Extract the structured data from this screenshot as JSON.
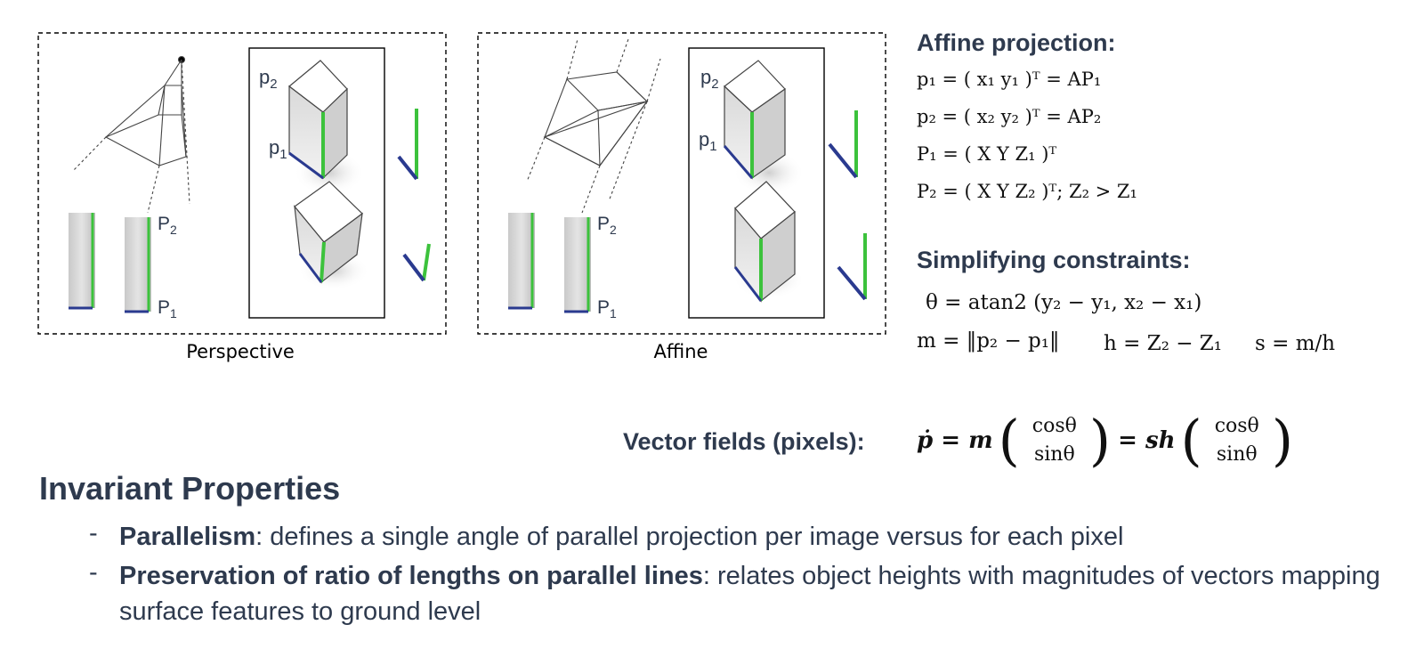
{
  "diagrams": {
    "perspective": {
      "caption": "Perspective",
      "labels": {
        "small_p2": "p",
        "small_p2_sub": "2",
        "small_p1": "p",
        "small_p1_sub": "1",
        "big_P2": "P",
        "big_P2_sub": "2",
        "big_P1": "P",
        "big_P1_sub": "1"
      }
    },
    "affine": {
      "caption": "Affine",
      "labels": {
        "small_p2": "p",
        "small_p2_sub": "2",
        "small_p1": "p",
        "small_p1_sub": "1",
        "big_P2": "P",
        "big_P2_sub": "2",
        "big_P1": "P",
        "big_P1_sub": "1"
      }
    },
    "colors": {
      "height_edge": "#3cc23c",
      "ground_edge": "#2a3a8f",
      "frame": "#000000",
      "wire": "#444444"
    }
  },
  "affine_projection": {
    "title": "Affine projection:",
    "eq1": "p₁ = ( x₁   y₁ )ᵀ = AP₁",
    "eq2": "p₂ = ( x₂   y₂ )ᵀ = AP₂",
    "eq3": "P₁ = ( X   Y   Z₁ )ᵀ",
    "eq4": "P₂ = ( X   Y   Z₂ )ᵀ; Z₂ > Z₁"
  },
  "constraints": {
    "title": "Simplifying constraints:",
    "eq_theta": "θ = atan2 (y₂ − y₁, x₂ − x₁)",
    "eq_m": "m = ‖p₂ − p₁‖",
    "eq_h": "h = Z₂ − Z₁",
    "eq_s": "s = m/h"
  },
  "vector_fields": {
    "label": "Vector fields (pixels):",
    "lhs": "ṗ = m",
    "mid": "= sh",
    "cos": "cosθ",
    "sin": "sinθ"
  },
  "invariant": {
    "title": "Invariant Properties",
    "bullets": [
      {
        "dash": "-",
        "bold": "Parallelism",
        "rest": ": defines a single angle of parallel projection per image versus for each pixel"
      },
      {
        "dash": "-",
        "bold": "Preservation of ratio of lengths on parallel lines",
        "rest": ": relates object heights with magnitudes of vectors mapping surface features to ground level"
      }
    ]
  }
}
